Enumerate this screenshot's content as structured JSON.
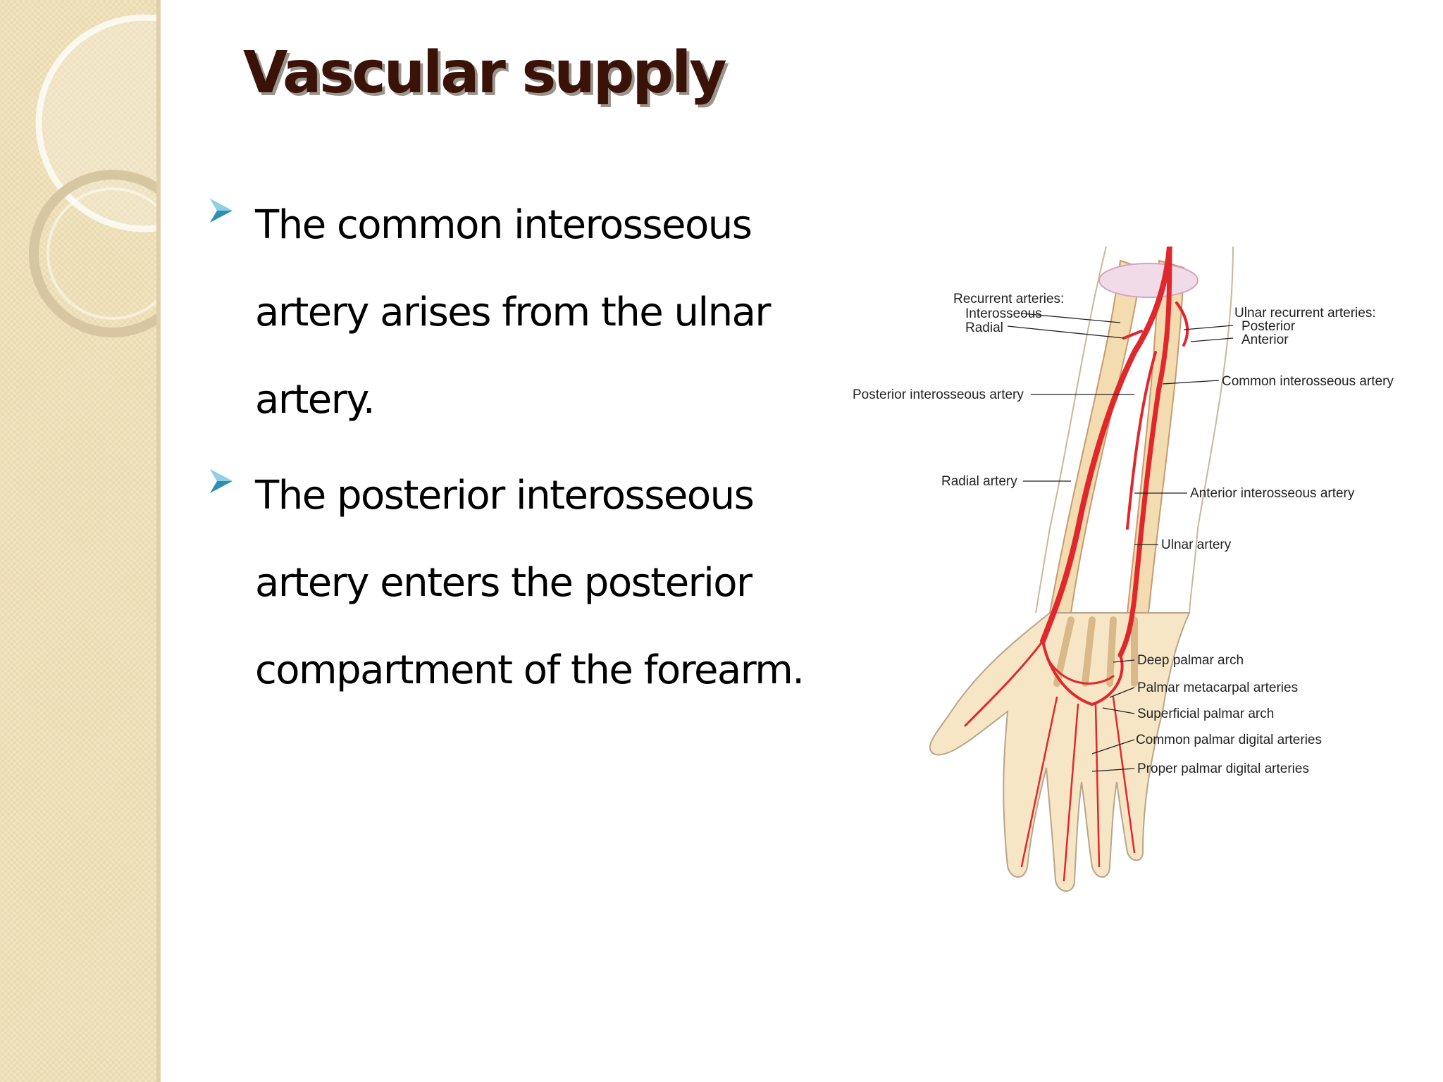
{
  "slide": {
    "title": "Vascular supply",
    "bullets": [
      {
        "lines": [
          "The common interosseous",
          "artery arises from the ulnar",
          "artery."
        ]
      },
      {
        "lines": [
          "The posterior interosseous",
          "artery enters the posterior",
          "compartment of the forearm."
        ]
      }
    ],
    "colors": {
      "title": "#3a1208",
      "bullet_arrow": "#2e8fb0",
      "sidebar": "#f1e4bf",
      "artery": "#e0282c"
    }
  },
  "figure": {
    "labels": {
      "recurrent": "Recurrent arteries:",
      "interosseous": "Interosseous",
      "radial_small": "Radial",
      "ulnar_recurrent": "Ulnar recurrent arteries:",
      "posterior": "Posterior",
      "anterior": "Anterior",
      "common_interosseous": "Common interosseous artery",
      "posterior_interosseous": "Posterior interosseous artery",
      "radial_artery": "Radial artery",
      "anterior_interosseous": "Anterior interosseous artery",
      "ulnar_artery": "Ulnar artery",
      "deep_palmar_arch": "Deep palmar arch",
      "palmar_metacarpal": "Palmar metacarpal arteries",
      "superficial_palmar_arch": "Superficial palmar arch",
      "common_palmar_digital": "Common palmar digital arteries",
      "proper_palmar_digital": "Proper palmar digital arteries"
    }
  }
}
